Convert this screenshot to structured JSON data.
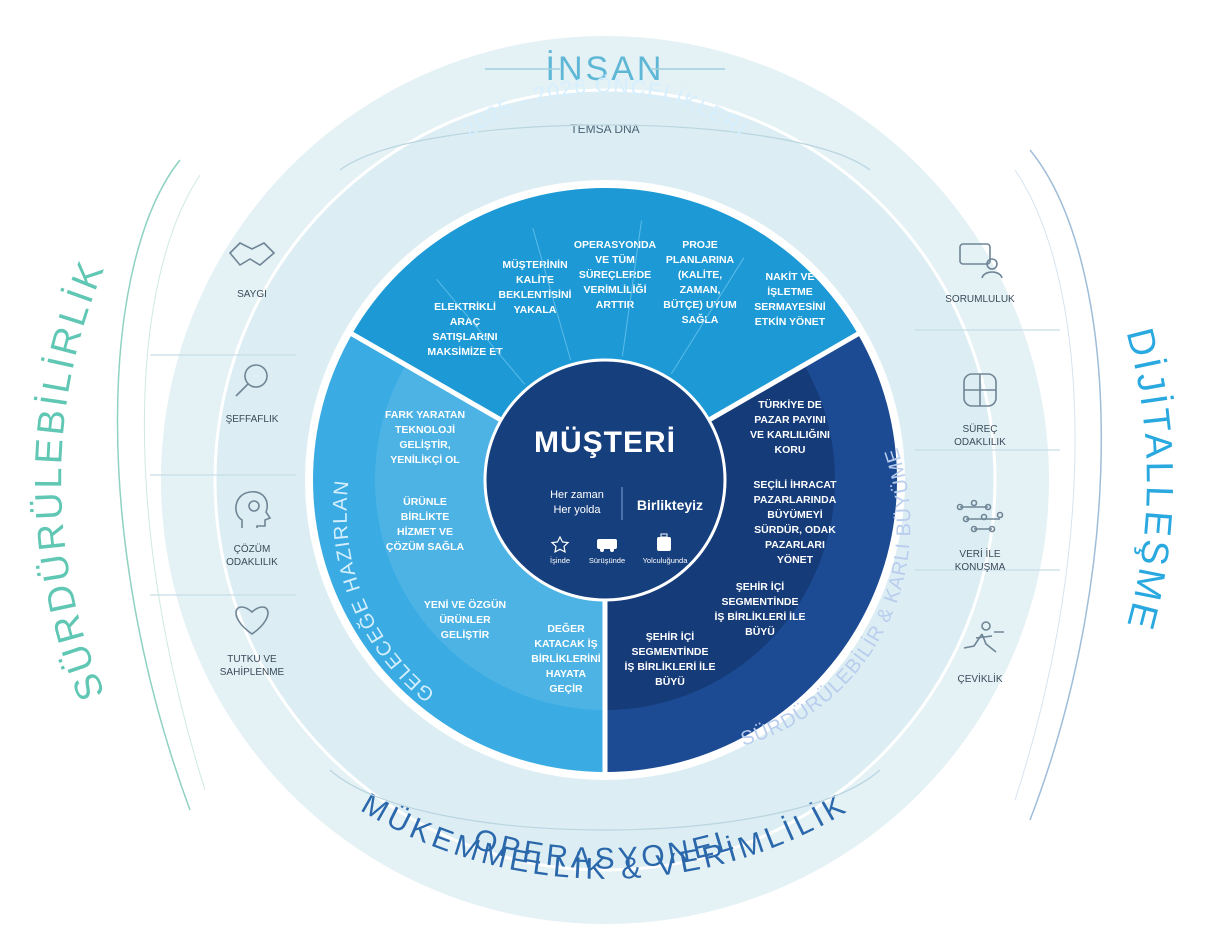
{
  "outer_ring": {
    "top": "İNSAN",
    "left": "SÜRDÜRÜLEBİLİRLİK",
    "right": "DİJİTALLEŞME",
    "bottom_line1": "OPERASYONEL",
    "bottom_line2": "MÜKEMMELLİK & VERİMLİLİK",
    "dna": "TEMSA DNA"
  },
  "values_left": [
    {
      "label": [
        "SAYGI"
      ],
      "icon": "handshake-icon"
    },
    {
      "label": [
        "ŞEFFAFLIK"
      ],
      "icon": "magnifier-icon"
    },
    {
      "label": [
        "ÇÖZÜM",
        "ODAKLILIK"
      ],
      "icon": "head-gear-icon"
    },
    {
      "label": [
        "TUTKU VE",
        "SAHİPLENME"
      ],
      "icon": "heart-icon"
    }
  ],
  "values_right": [
    {
      "label": [
        "SORUMLULUK"
      ],
      "icon": "speech-person-icon"
    },
    {
      "label": [
        "SÜREÇ",
        "ODAKLILIK"
      ],
      "icon": "hands-together-icon"
    },
    {
      "label": [
        "VERİ İLE",
        "KONUŞMA"
      ],
      "icon": "data-network-icon"
    },
    {
      "label": [
        "ÇEVİKLİK"
      ],
      "icon": "running-person-icon"
    }
  ],
  "priorities": {
    "title": "2025 - 2026 ÖNCELİKLERİ",
    "items": [
      [
        "ELEKTRİKLİ",
        "ARAÇ",
        "SATIŞLARINI",
        "MAKSİMİZE ET"
      ],
      [
        "MÜŞTERİNİN",
        "KALİTE",
        "BEKLENTİSİNİ",
        "YAKALA"
      ],
      [
        "OPERASYONDA",
        "VE TÜM",
        "SÜREÇLERDE",
        "VERİMLİLİĞİ",
        "ARTTIR"
      ],
      [
        "PROJE",
        "PLANLARINA",
        "(KALİTE,",
        "ZAMAN,",
        "BÜTÇE) UYUM",
        "SAĞLA"
      ],
      [
        "NAKİT VE",
        "İŞLETME",
        "SERMAYESİNİ",
        "ETKİN YÖNET"
      ]
    ]
  },
  "future": {
    "title": "GELECEĞE HAZIRLAN",
    "items": [
      [
        "FARK YARATAN",
        "TEKNOLOJİ",
        "GELİŞTİR,",
        "YENİLİKÇİ OL"
      ],
      [
        "ÜRÜNLE",
        "BİRLİKTE",
        "HİZMET VE",
        "ÇÖZÜM SAĞLA"
      ],
      [
        "YENİ VE ÖZGÜN",
        "ÜRÜNLER",
        "GELİŞTİR"
      ],
      [
        "DEĞER",
        "KATACAK İŞ",
        "BİRLİKLERİNİ",
        "HAYATA",
        "GEÇİR"
      ]
    ]
  },
  "growth": {
    "title": "SÜRDÜRÜLEBİLİR & KARLI BÜYÜME",
    "items": [
      [
        "TÜRKİYE DE",
        "PAZAR PAYINI",
        "VE KARLILIĞINI",
        "KORU"
      ],
      [
        "SEÇİLİ İHRACAT",
        "PAZARLARINDA",
        "BÜYÜMEYİ",
        "SÜRDÜR, ODAK",
        "PAZARLARI",
        "YÖNET"
      ],
      [
        "ŞEHİR İÇİ",
        "SEGMENTİNDE",
        "İŞ BİRLİKLERİ İLE",
        "BÜYÜ"
      ],
      [
        "ŞEHİR İÇİ",
        "SEGMENTİNDE",
        "İŞ BİRLİKLERİ İLE",
        "BÜYÜ"
      ]
    ]
  },
  "center": {
    "title": "MÜŞTERİ",
    "left_line1": "Her zaman",
    "left_line2": "Her yolda",
    "right": "Birlikteyiz",
    "icons": [
      {
        "label": "İşinde",
        "icon": "star-icon"
      },
      {
        "label": "Sürüşünde",
        "icon": "bus-icon"
      },
      {
        "label": "Yolculuğunda",
        "icon": "luggage-icon"
      }
    ]
  },
  "colors": {
    "outer_ring": "#e4f1f5",
    "inner_ring": "#dceef3",
    "divider": "#c6dde6",
    "teal": "#5fc7b3",
    "navy": "#1f4e8c",
    "top_segment": "#1d9ad6",
    "left_segment": "#3aace3",
    "left_band": "#5db9e7",
    "right_segment": "#1c4b93",
    "right_band": "#153b79",
    "center": "#163f7d"
  }
}
